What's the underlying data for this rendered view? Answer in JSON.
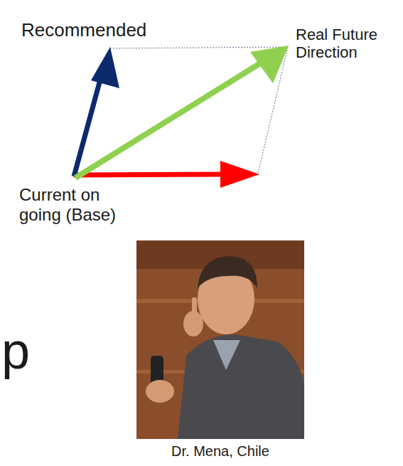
{
  "diagram": {
    "labels": [
      "Recommended",
      "Real Future Direction",
      "Current on going (Base)",
      "p",
      "Dr. Mena, Chile"
    ]
  }
}
